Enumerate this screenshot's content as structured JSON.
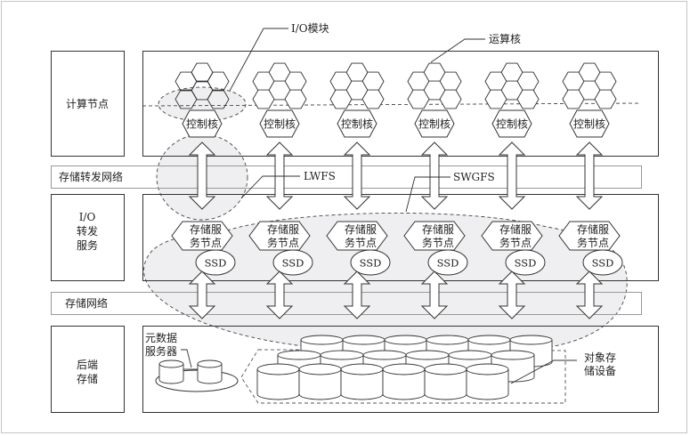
{
  "layers": {
    "compute": {
      "label": "计算节点"
    },
    "forward_network": {
      "label": "存储转发网络"
    },
    "io_forwarding": {
      "label_lines": [
        "I/O",
        "转发",
        "服务"
      ]
    },
    "storage_network": {
      "label": "存储网络"
    },
    "backend": {
      "label_lines": [
        "后端",
        "存储"
      ]
    }
  },
  "columns": 6,
  "compute_node": {
    "control_core_label": "控制核",
    "compute_core_count_per_node": 7
  },
  "io_node": {
    "service_label_lines": [
      "存储服",
      "务节点"
    ],
    "ssd_label": "SSD"
  },
  "backend_storage": {
    "metadata_server_label_lines": [
      "元数据",
      "服务器"
    ],
    "object_storage_label_lines": [
      "对象存",
      "储设备"
    ]
  },
  "callouts": {
    "io_module": "I/O模块",
    "compute_core": "运算核",
    "lwfs": "LWFS",
    "swgfs": "SWGFS"
  },
  "colors": {
    "line": "#333333",
    "band_border": "#9a9a9a",
    "highlight_fill": "#efeff1",
    "dash": "#444444"
  }
}
